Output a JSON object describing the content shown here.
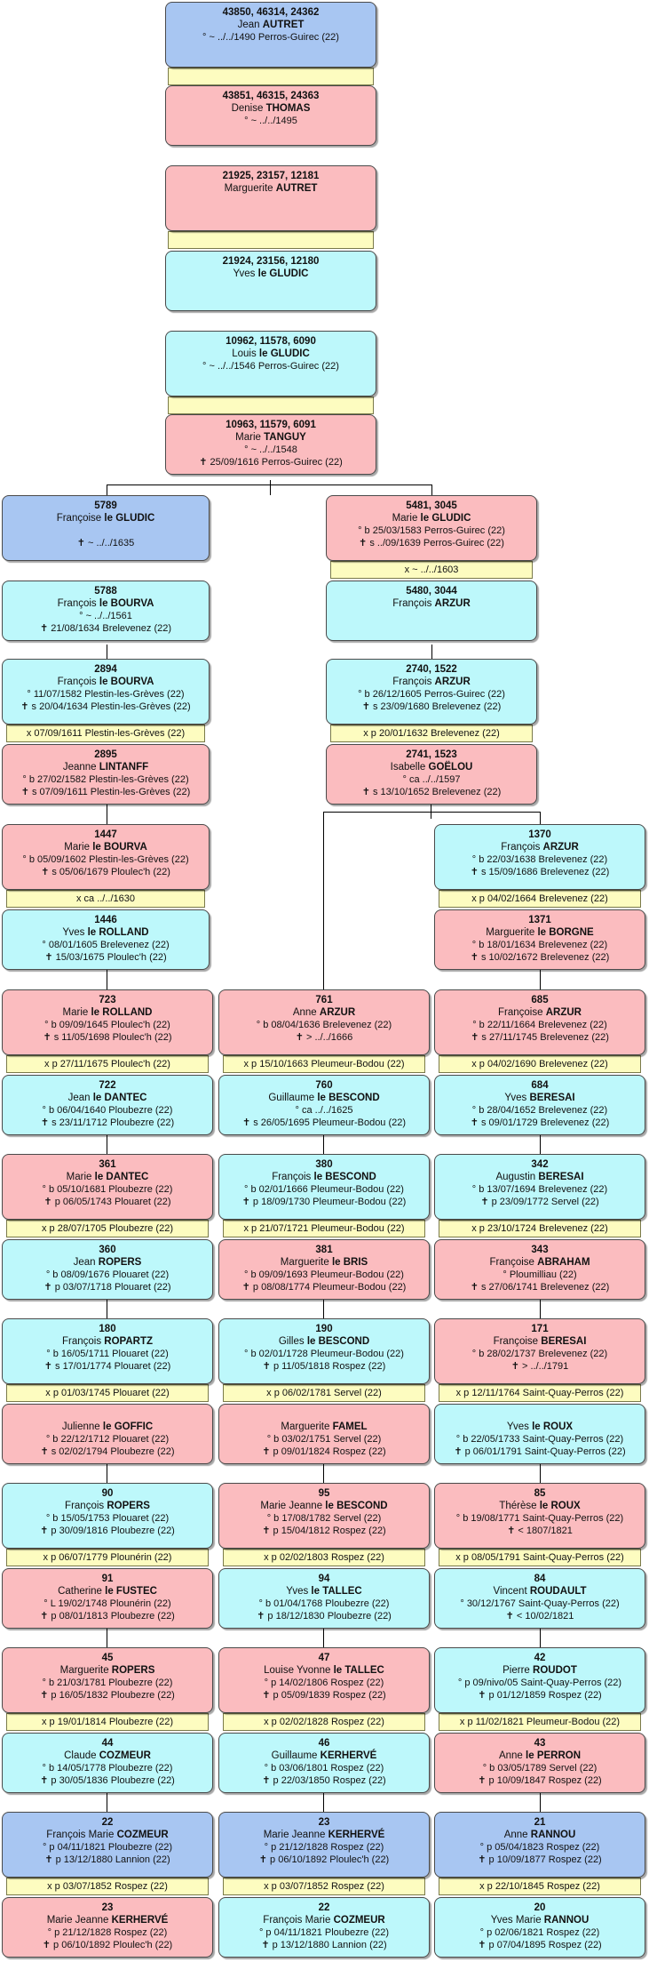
{
  "persons": {
    "p43850": {
      "sosa": "43850, 46314, 24362",
      "given": "Jean",
      "surname": "AUTRET",
      "lines": [
        "° ~ ../../1490 Perros-Guirec (22)"
      ]
    },
    "p43851": {
      "sosa": "43851, 46315, 24363",
      "given": "Denise",
      "surname": "THOMAS",
      "lines": [
        "° ~ ../../1495"
      ]
    },
    "p21925": {
      "sosa": "21925, 23157, 12181",
      "given": "Marguerite",
      "surname": "AUTRET",
      "lines": []
    },
    "p21924": {
      "sosa": "21924, 23156, 12180",
      "given": "Yves",
      "surname": "le GLUDIC",
      "lines": []
    },
    "p10962": {
      "sosa": "10962, 11578, 6090",
      "given": "Louis",
      "surname": "le GLUDIC",
      "lines": [
        "° ~ ../../1546 Perros-Guirec (22)"
      ]
    },
    "p10963": {
      "sosa": "10963, 11579, 6091",
      "given": "Marie",
      "surname": "TANGUY",
      "lines": [
        "° ~ ../../1548",
        "✝ 25/09/1616 Perros-Guirec (22)"
      ]
    },
    "p5789": {
      "sosa": "5789",
      "given": "Françoise",
      "surname": "le GLUDIC",
      "lines": [
        "",
        "✝ ~ ../../1635"
      ]
    },
    "p5788": {
      "sosa": "5788",
      "given": "François",
      "surname": "le BOURVA",
      "lines": [
        "° ~ ../../1561",
        "✝ 21/08/1634 Brelevenez (22)"
      ]
    },
    "p5481": {
      "sosa": "5481, 3045",
      "given": "Marie",
      "surname": "le GLUDIC",
      "lines": [
        "° b 25/03/1583 Perros-Guirec (22)",
        "✝ s ../09/1639 Perros-Guirec (22)"
      ]
    },
    "p5480": {
      "sosa": "5480, 3044",
      "given": "François",
      "surname": "ARZUR",
      "lines": []
    },
    "p2894": {
      "sosa": "2894",
      "given": "François",
      "surname": "le BOURVA",
      "lines": [
        "° 11/07/1582 Plestin-les-Grèves (22)",
        "✝ s 20/04/1634 Plestin-les-Grèves (22)"
      ]
    },
    "p2895": {
      "sosa": "2895",
      "given": "Jeanne",
      "surname": "LINTANFF",
      "lines": [
        "° b 27/02/1582 Plestin-les-Grèves (22)",
        "✝ s 07/09/1611 Plestin-les-Grèves (22)"
      ]
    },
    "p2740": {
      "sosa": "2740, 1522",
      "given": "François",
      "surname": "ARZUR",
      "lines": [
        "° b 26/12/1605 Perros-Guirec (22)",
        "✝ s 23/09/1680 Brelevenez (22)"
      ]
    },
    "p2741": {
      "sosa": "2741, 1523",
      "given": "Isabelle",
      "surname": "GOËLOU",
      "lines": [
        "° ca ../../1597",
        "✝ s 13/10/1652 Brelevenez (22)"
      ]
    },
    "p1447": {
      "sosa": "1447",
      "given": "Marie",
      "surname": "le BOURVA",
      "lines": [
        "° b 05/09/1602 Plestin-les-Grèves (22)",
        "✝ s 05/06/1679 Ploulec'h (22)"
      ]
    },
    "p1446": {
      "sosa": "1446",
      "given": "Yves",
      "surname": "le ROLLAND",
      "lines": [
        "° 08/01/1605 Brelevenez (22)",
        "✝ 15/03/1675 Ploulec'h (22)"
      ]
    },
    "p1370": {
      "sosa": "1370",
      "given": "François",
      "surname": "ARZUR",
      "lines": [
        "° b 22/03/1638 Brelevenez (22)",
        "✝ s 15/09/1686 Brelevenez (22)"
      ]
    },
    "p1371": {
      "sosa": "1371",
      "given": "Marguerite",
      "surname": "le BORGNE",
      "lines": [
        "° b 18/01/1634 Brelevenez (22)",
        "✝ s 10/02/1672 Brelevenez (22)"
      ]
    },
    "p723": {
      "sosa": "723",
      "given": "Marie",
      "surname": "le ROLLAND",
      "lines": [
        "° b 09/09/1645 Ploulec'h (22)",
        "✝ s 11/05/1698 Ploulec'h (22)"
      ]
    },
    "p722": {
      "sosa": "722",
      "given": "Jean",
      "surname": "le DANTEC",
      "lines": [
        "° b 06/04/1640 Ploubezre (22)",
        "✝ s 23/11/1712 Ploubezre (22)"
      ]
    },
    "p761": {
      "sosa": "761",
      "given": "Anne",
      "surname": "ARZUR",
      "lines": [
        "° b 08/04/1636 Brelevenez (22)",
        "✝ > ../../1666"
      ]
    },
    "p760": {
      "sosa": "760",
      "given": "Guillaume",
      "surname": "le BESCOND",
      "lines": [
        "° ca ../../1625",
        "✝ s 26/05/1695 Pleumeur-Bodou (22)"
      ]
    },
    "p685": {
      "sosa": "685",
      "given": "Françoise",
      "surname": "ARZUR",
      "lines": [
        "° b 22/11/1664 Brelevenez (22)",
        "✝ s 27/11/1745 Brelevenez (22)"
      ]
    },
    "p684": {
      "sosa": "684",
      "given": "Yves",
      "surname": "BERESAI",
      "lines": [
        "° b 28/04/1652 Brelevenez (22)",
        "✝ s 09/01/1729 Brelevenez (22)"
      ]
    },
    "p361": {
      "sosa": "361",
      "given": "Marie",
      "surname": "le DANTEC",
      "lines": [
        "° b 05/10/1681 Ploubezre (22)",
        "✝ p 06/05/1743 Plouaret (22)"
      ]
    },
    "p360": {
      "sosa": "360",
      "given": "Jean",
      "surname": "ROPERS",
      "lines": [
        "° b 08/09/1676 Plouaret (22)",
        "✝ p 03/07/1718 Plouaret (22)"
      ]
    },
    "p380": {
      "sosa": "380",
      "given": "François",
      "surname": "le BESCOND",
      "lines": [
        "° b 02/01/1666 Pleumeur-Bodou (22)",
        "✝ p 18/09/1730 Pleumeur-Bodou (22)"
      ]
    },
    "p381": {
      "sosa": "381",
      "given": "Marguerite",
      "surname": "le BRIS",
      "lines": [
        "° b 09/09/1693 Pleumeur-Bodou (22)",
        "✝ p 08/08/1774 Pleumeur-Bodou (22)"
      ]
    },
    "p342": {
      "sosa": "342",
      "given": "Augustin",
      "surname": "BERESAI",
      "lines": [
        "° b 13/07/1694 Brelevenez (22)",
        "✝ p 23/09/1772 Servel (22)"
      ]
    },
    "p343": {
      "sosa": "343",
      "given": "Françoise",
      "surname": "ABRAHAM",
      "lines": [
        "° Ploumilliau (22)",
        "✝ s 27/06/1741 Brelevenez (22)"
      ]
    },
    "p180": {
      "sosa": "180",
      "given": "François",
      "surname": "ROPARTZ",
      "lines": [
        "° b 16/05/1711 Plouaret (22)",
        "✝ s 17/01/1774 Plouaret (22)"
      ]
    },
    "p181": {
      "sosa": "",
      "given": "Julienne",
      "surname": "le GOFFIC",
      "lines": [
        "° b 22/12/1712 Plouaret (22)",
        "✝ s 02/02/1794 Ploubezre (22)"
      ]
    },
    "p190": {
      "sosa": "190",
      "given": "Gilles",
      "surname": "le BESCOND",
      "lines": [
        "° b 02/01/1728 Pleumeur-Bodou (22)",
        "✝ p 11/05/1818 Rospez (22)"
      ]
    },
    "p191": {
      "sosa": "",
      "given": "Marguerite",
      "surname": "FAMEL",
      "lines": [
        "° b 03/02/1751 Servel (22)",
        "✝ p 09/01/1824 Rospez (22)"
      ]
    },
    "p171": {
      "sosa": "171",
      "given": "Françoise",
      "surname": "BERESAI",
      "lines": [
        "° b 28/02/1737 Brelevenez (22)",
        "✝ > ../../1791"
      ]
    },
    "p170": {
      "sosa": "",
      "given": "Yves",
      "surname": "le ROUX",
      "lines": [
        "° b 22/05/1733 Saint-Quay-Perros (22)",
        "✝ p 06/01/1791 Saint-Quay-Perros (22)"
      ]
    },
    "p90": {
      "sosa": "90",
      "given": "François",
      "surname": "ROPERS",
      "lines": [
        "° b 15/05/1753 Plouaret (22)",
        "✝ p 30/09/1816 Ploubezre (22)"
      ]
    },
    "p91": {
      "sosa": "91",
      "given": "Catherine",
      "surname": "le FUSTEC",
      "lines": [
        "° L 19/02/1748 Plounérin (22)",
        "✝ p 08/01/1813 Ploubezre (22)"
      ]
    },
    "p95": {
      "sosa": "95",
      "given": "Marie Jeanne",
      "surname": "le BESCOND",
      "lines": [
        "° b 17/08/1782 Servel (22)",
        "✝ p 15/04/1812 Rospez (22)"
      ]
    },
    "p94": {
      "sosa": "94",
      "given": "Yves",
      "surname": "le TALLEC",
      "lines": [
        "° b 01/04/1768 Ploubezre (22)",
        "✝ p 18/12/1830 Ploubezre (22)"
      ]
    },
    "p85": {
      "sosa": "85",
      "given": "Thérèse",
      "surname": "le ROUX",
      "lines": [
        "° b 19/08/1771 Saint-Quay-Perros (22)",
        "✝ < 1807/1821"
      ]
    },
    "p84": {
      "sosa": "84",
      "given": "Vincent",
      "surname": "ROUDAULT",
      "lines": [
        "° 30/12/1767 Saint-Quay-Perros (22)",
        "✝ < 10/02/1821"
      ]
    },
    "p45": {
      "sosa": "45",
      "given": "Marguerite",
      "surname": "ROPERS",
      "lines": [
        "° b 21/03/1781 Ploubezre (22)",
        "✝ p 16/05/1832 Ploubezre (22)"
      ]
    },
    "p44": {
      "sosa": "44",
      "given": "Claude",
      "surname": "COZMEUR",
      "lines": [
        "° b 14/05/1778 Ploubezre (22)",
        "✝ p 30/05/1836 Ploubezre (22)"
      ]
    },
    "p47": {
      "sosa": "47",
      "given": "Louise Yvonne",
      "surname": "le TALLEC",
      "lines": [
        "° p 14/02/1806 Rospez (22)",
        "✝ p 05/09/1839 Rospez (22)"
      ]
    },
    "p46": {
      "sosa": "46",
      "given": "Guillaume",
      "surname": "KERHERVÉ",
      "lines": [
        "° b 03/06/1801 Rospez (22)",
        "✝ p 22/03/1850 Rospez (22)"
      ]
    },
    "p42": {
      "sosa": "42",
      "given": "Pierre",
      "surname": "ROUDOT",
      "lines": [
        "° p 09/nivo/05 Saint-Quay-Perros (22)",
        "✝ p 01/12/1859 Rospez (22)"
      ]
    },
    "p43": {
      "sosa": "43",
      "given": "Anne",
      "surname": "le PERRON",
      "lines": [
        "° b 03/05/1789 Servel (22)",
        "✝ p 10/09/1847 Rospez (22)"
      ]
    },
    "p22": {
      "sosa": "22",
      "given": "François Marie",
      "surname": "COZMEUR",
      "lines": [
        "° p 04/11/1821 Ploubezre (22)",
        "✝ p 13/12/1880 Lannion (22)"
      ]
    },
    "p23a": {
      "sosa": "23",
      "given": "Marie Jeanne",
      "surname": "KERHERVÉ",
      "lines": [
        "° p 21/12/1828 Rospez (22)",
        "✝ p 06/10/1892 Ploulec'h (22)"
      ]
    },
    "p21": {
      "sosa": "21",
      "given": "Anne",
      "surname": "RANNOU",
      "lines": [
        "° p 05/04/1823 Rospez (22)",
        "✝ p 10/09/1877 Rospez (22)"
      ]
    },
    "p23b": {
      "sosa": "23",
      "given": "Marie Jeanne",
      "surname": "KERHERVÉ",
      "lines": [
        "° p 21/12/1828 Rospez (22)",
        "✝ p 06/10/1892 Ploulec'h (22)"
      ]
    },
    "p22b": {
      "sosa": "22",
      "given": "François Marie",
      "surname": "COZMEUR",
      "lines": [
        "° p 04/11/1821 Ploubezre (22)",
        "✝ p 13/12/1880 Lannion (22)"
      ]
    },
    "p20": {
      "sosa": "20",
      "given": "Yves Marie",
      "surname": "RANNOU",
      "lines": [
        "° p 02/06/1821 Rospez (22)",
        "✝ p 07/04/1895 Rospez (22)"
      ]
    }
  },
  "marriages": {
    "m1": "",
    "m2": "",
    "m3": "",
    "m4": "x ~ ../../1603",
    "m5": "x 07/09/1611 Plestin-les-Grèves (22)",
    "m6": "x p 20/01/1632 Brelevenez (22)",
    "m7": "x ca ../../1630",
    "m8": "x p 04/02/1664 Brelevenez (22)",
    "m9": "x p 27/11/1675 Ploulec'h (22)",
    "m10": "x p 15/10/1663 Pleumeur-Bodou (22)",
    "m11": "x p 04/02/1690 Brelevenez (22)",
    "m12": "x p 28/07/1705 Ploubezre (22)",
    "m13": "x p 21/07/1721 Pleumeur-Bodou (22)",
    "m14": "x p 23/10/1724 Brelevenez (22)",
    "m15": "x p 01/03/1745 Plouaret (22)",
    "m16": "x p 06/02/1781 Servel (22)",
    "m17": "x p 12/11/1764 Saint-Quay-Perros (22)",
    "m18": "x p 06/07/1779 Plounérin (22)",
    "m19": "x p 02/02/1803 Rospez (22)",
    "m20": "x p 08/05/1791 Saint-Quay-Perros (22)",
    "m21": "x p 19/01/1814 Ploubezre (22)",
    "m22": "x p 02/02/1828 Rospez (22)",
    "m23": "x p 11/02/1821 Pleumeur-Bodou (22)",
    "m24": "x p 03/07/1852 Rospez (22)",
    "m25": "x p 03/07/1852 Rospez (22)",
    "m26": "x p 22/10/1845 Rospez (22)"
  }
}
